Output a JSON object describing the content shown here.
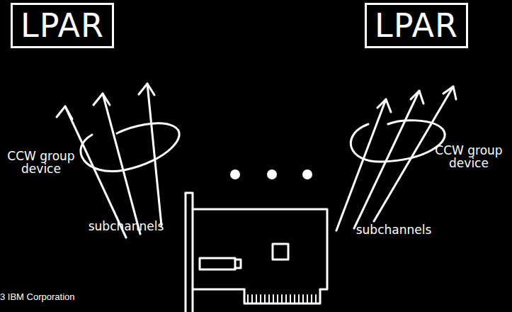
{
  "diagram": {
    "nodes": [
      {
        "text": [
          "LPAR"
        ]
      },
      {
        "text": [
          "LPAR"
        ]
      }
    ],
    "labels": [
      "CCW group device",
      "subchannels",
      "CCW group device",
      "subchannels",
      "3 IBM Corporation"
    ]
  }
}
